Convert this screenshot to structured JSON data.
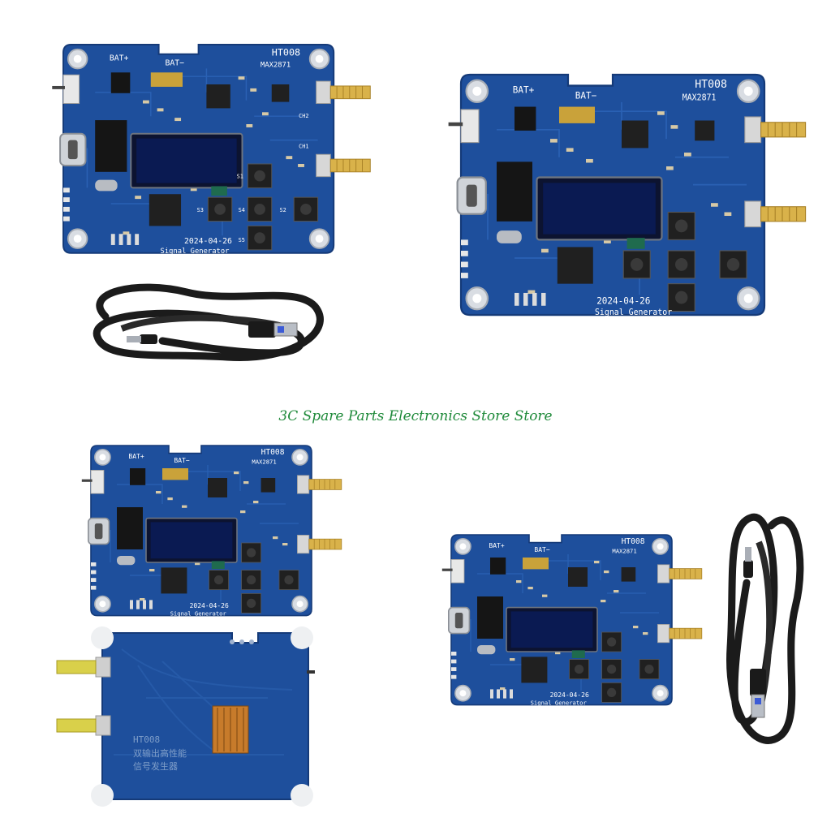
{
  "watermark": "3C Spare Parts Electronics Store Store",
  "board": {
    "model": "HT008",
    "chip": "MAX2871",
    "bat_plus": "BAT+",
    "bat_minus": "BAT−",
    "date": "2024-04-26",
    "subtitle": "Signal Generator",
    "ch1": "CH1",
    "ch2": "CH2",
    "buttons": [
      "S1",
      "S2",
      "S3",
      "S4",
      "S5"
    ]
  },
  "back": {
    "model": "HT008",
    "line1": "双输出高性能",
    "line2": "信号发生器"
  },
  "colors": {
    "pcb": "#1e4f9c",
    "pcb_edge": "#17407f",
    "sma": "#d9b24a",
    "cable": "#1b1b1b"
  }
}
